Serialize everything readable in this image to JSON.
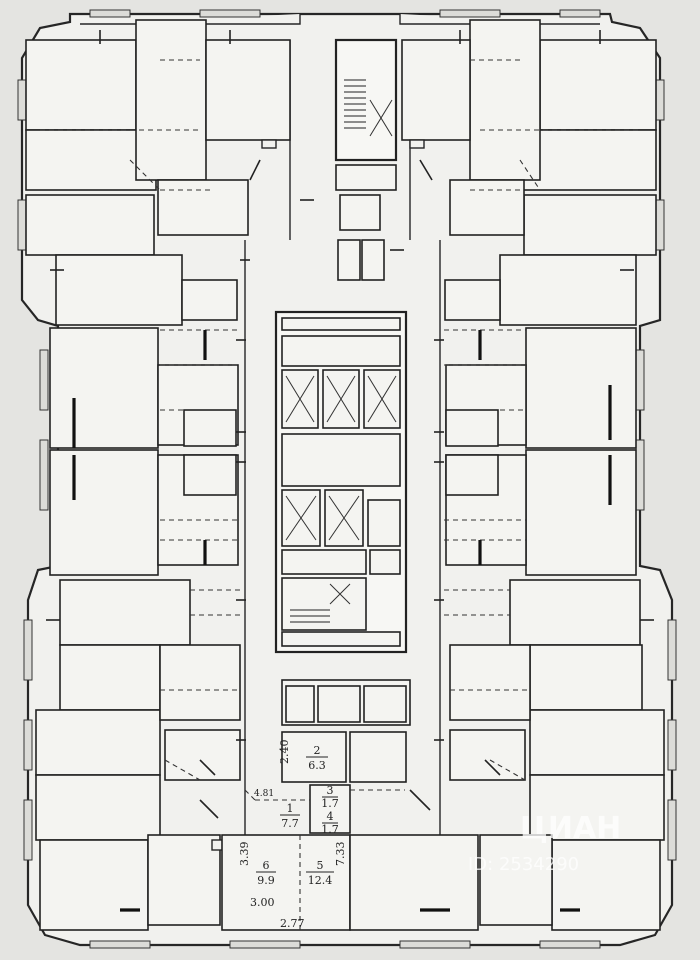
{
  "plan": {
    "dimensions": {
      "room_1_width": "4.81",
      "room_6_height": "3.39",
      "room_6_width": "3.00",
      "room_5_width": "2.77",
      "room_5_height": "7.33",
      "room_2_width": "2.40"
    },
    "rooms": [
      {
        "number": "1",
        "area": "7.7"
      },
      {
        "number": "2",
        "area": "6.3"
      },
      {
        "number": "3",
        "area": "1.7"
      },
      {
        "number": "4",
        "area": "1.7"
      },
      {
        "number": "5",
        "area": "12.4"
      },
      {
        "number": "6",
        "area": "9.9"
      }
    ]
  },
  "watermark": {
    "text": "ЦИАН",
    "id": "ID: 2534290"
  }
}
